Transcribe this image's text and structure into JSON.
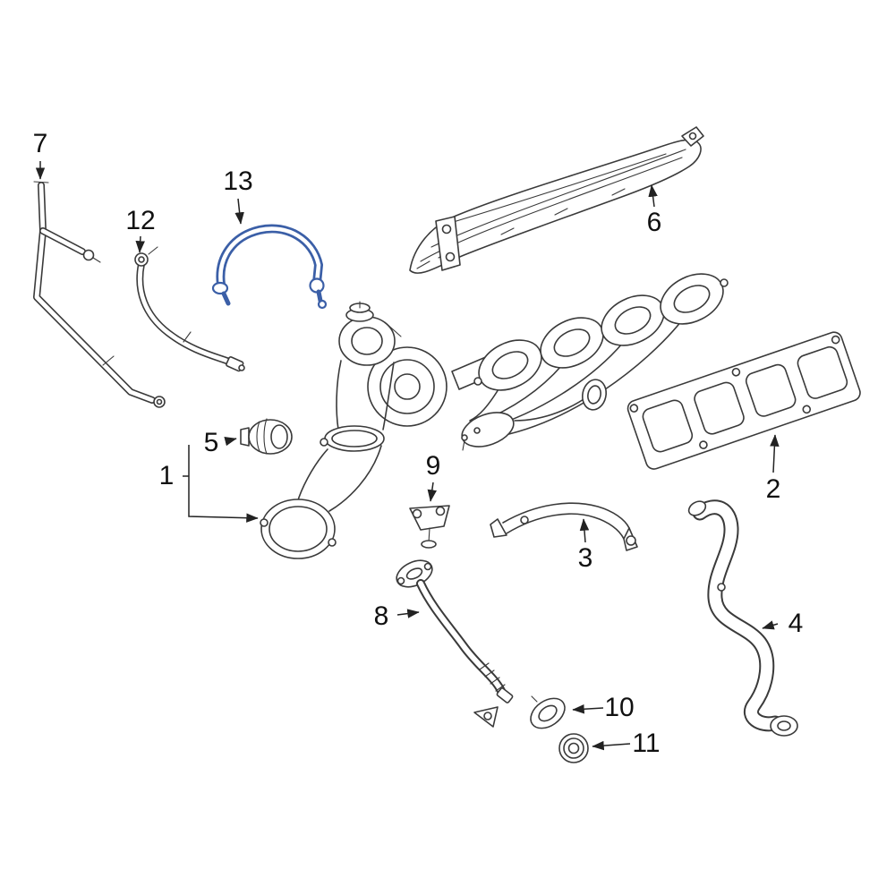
{
  "diagram": {
    "background_color": "#ffffff",
    "line_color": "#3a3a3a",
    "highlight_color": "#3b5fa7",
    "label_color": "#111111",
    "callouts": [
      {
        "label": "1"
      },
      {
        "label": "2"
      },
      {
        "label": "3"
      },
      {
        "label": "4"
      },
      {
        "label": "5"
      },
      {
        "label": "6"
      },
      {
        "label": "7"
      },
      {
        "label": "8"
      },
      {
        "label": "9"
      },
      {
        "label": "10"
      },
      {
        "label": "11"
      },
      {
        "label": "12"
      },
      {
        "label": "13"
      }
    ]
  }
}
